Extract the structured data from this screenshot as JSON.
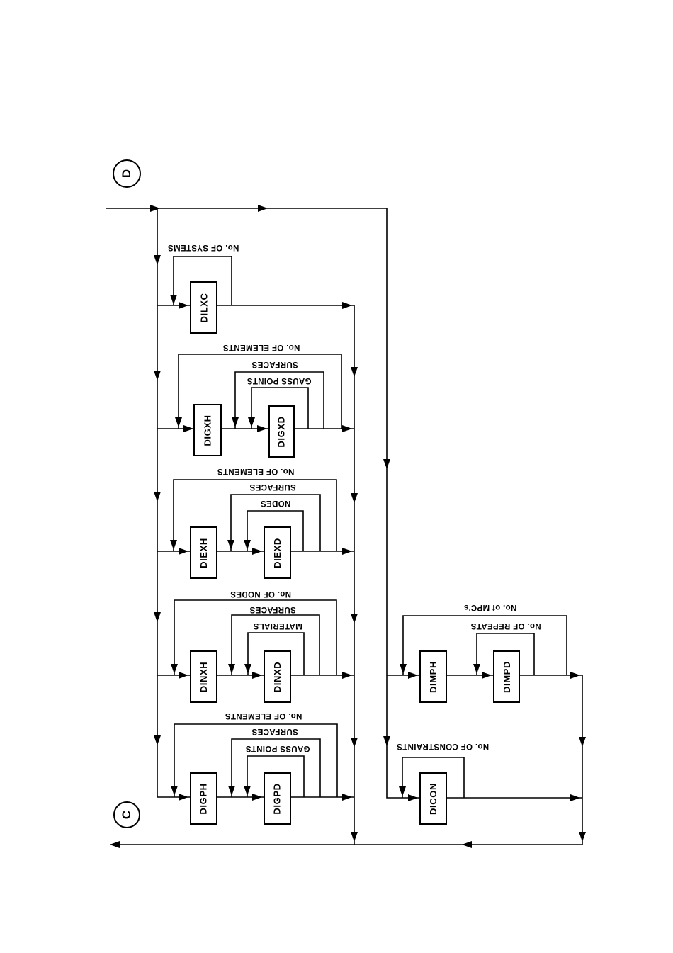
{
  "connectors": {
    "top": "D",
    "bottom": "C"
  },
  "colors": {
    "ink": "#000000",
    "paper": "#ffffff"
  },
  "left_column": [
    {
      "boxes": [
        "DILXC"
      ],
      "loops": [
        "No. OF SYSTEMS"
      ]
    },
    {
      "boxes": [
        "DIGXH",
        "DIGXD"
      ],
      "loops": [
        "No. OF ELEMENTS",
        "SURFACES",
        "GAUSS POINTS"
      ]
    },
    {
      "boxes": [
        "DIEXH",
        "DIEXD"
      ],
      "loops": [
        "No. OF ELEMENTS",
        "SURFACES",
        "NODES"
      ]
    },
    {
      "boxes": [
        "DINXH",
        "DINXD"
      ],
      "loops": [
        "No. OF NODES",
        "SURFACES",
        "MATERIALS"
      ]
    },
    {
      "boxes": [
        "DIGPH",
        "DIGPD"
      ],
      "loops": [
        "No. OF ELEMENTS",
        "SURFACES",
        "GAUSS POINTS"
      ]
    }
  ],
  "right_column": [
    {
      "boxes": [
        "DIMPH",
        "DIMPD"
      ],
      "loops": [
        "No. of MPC's",
        "No. OF REPEATS"
      ]
    },
    {
      "boxes": [
        "DICON"
      ],
      "loops": [
        "No. OF CONSTRAINTS"
      ]
    }
  ]
}
